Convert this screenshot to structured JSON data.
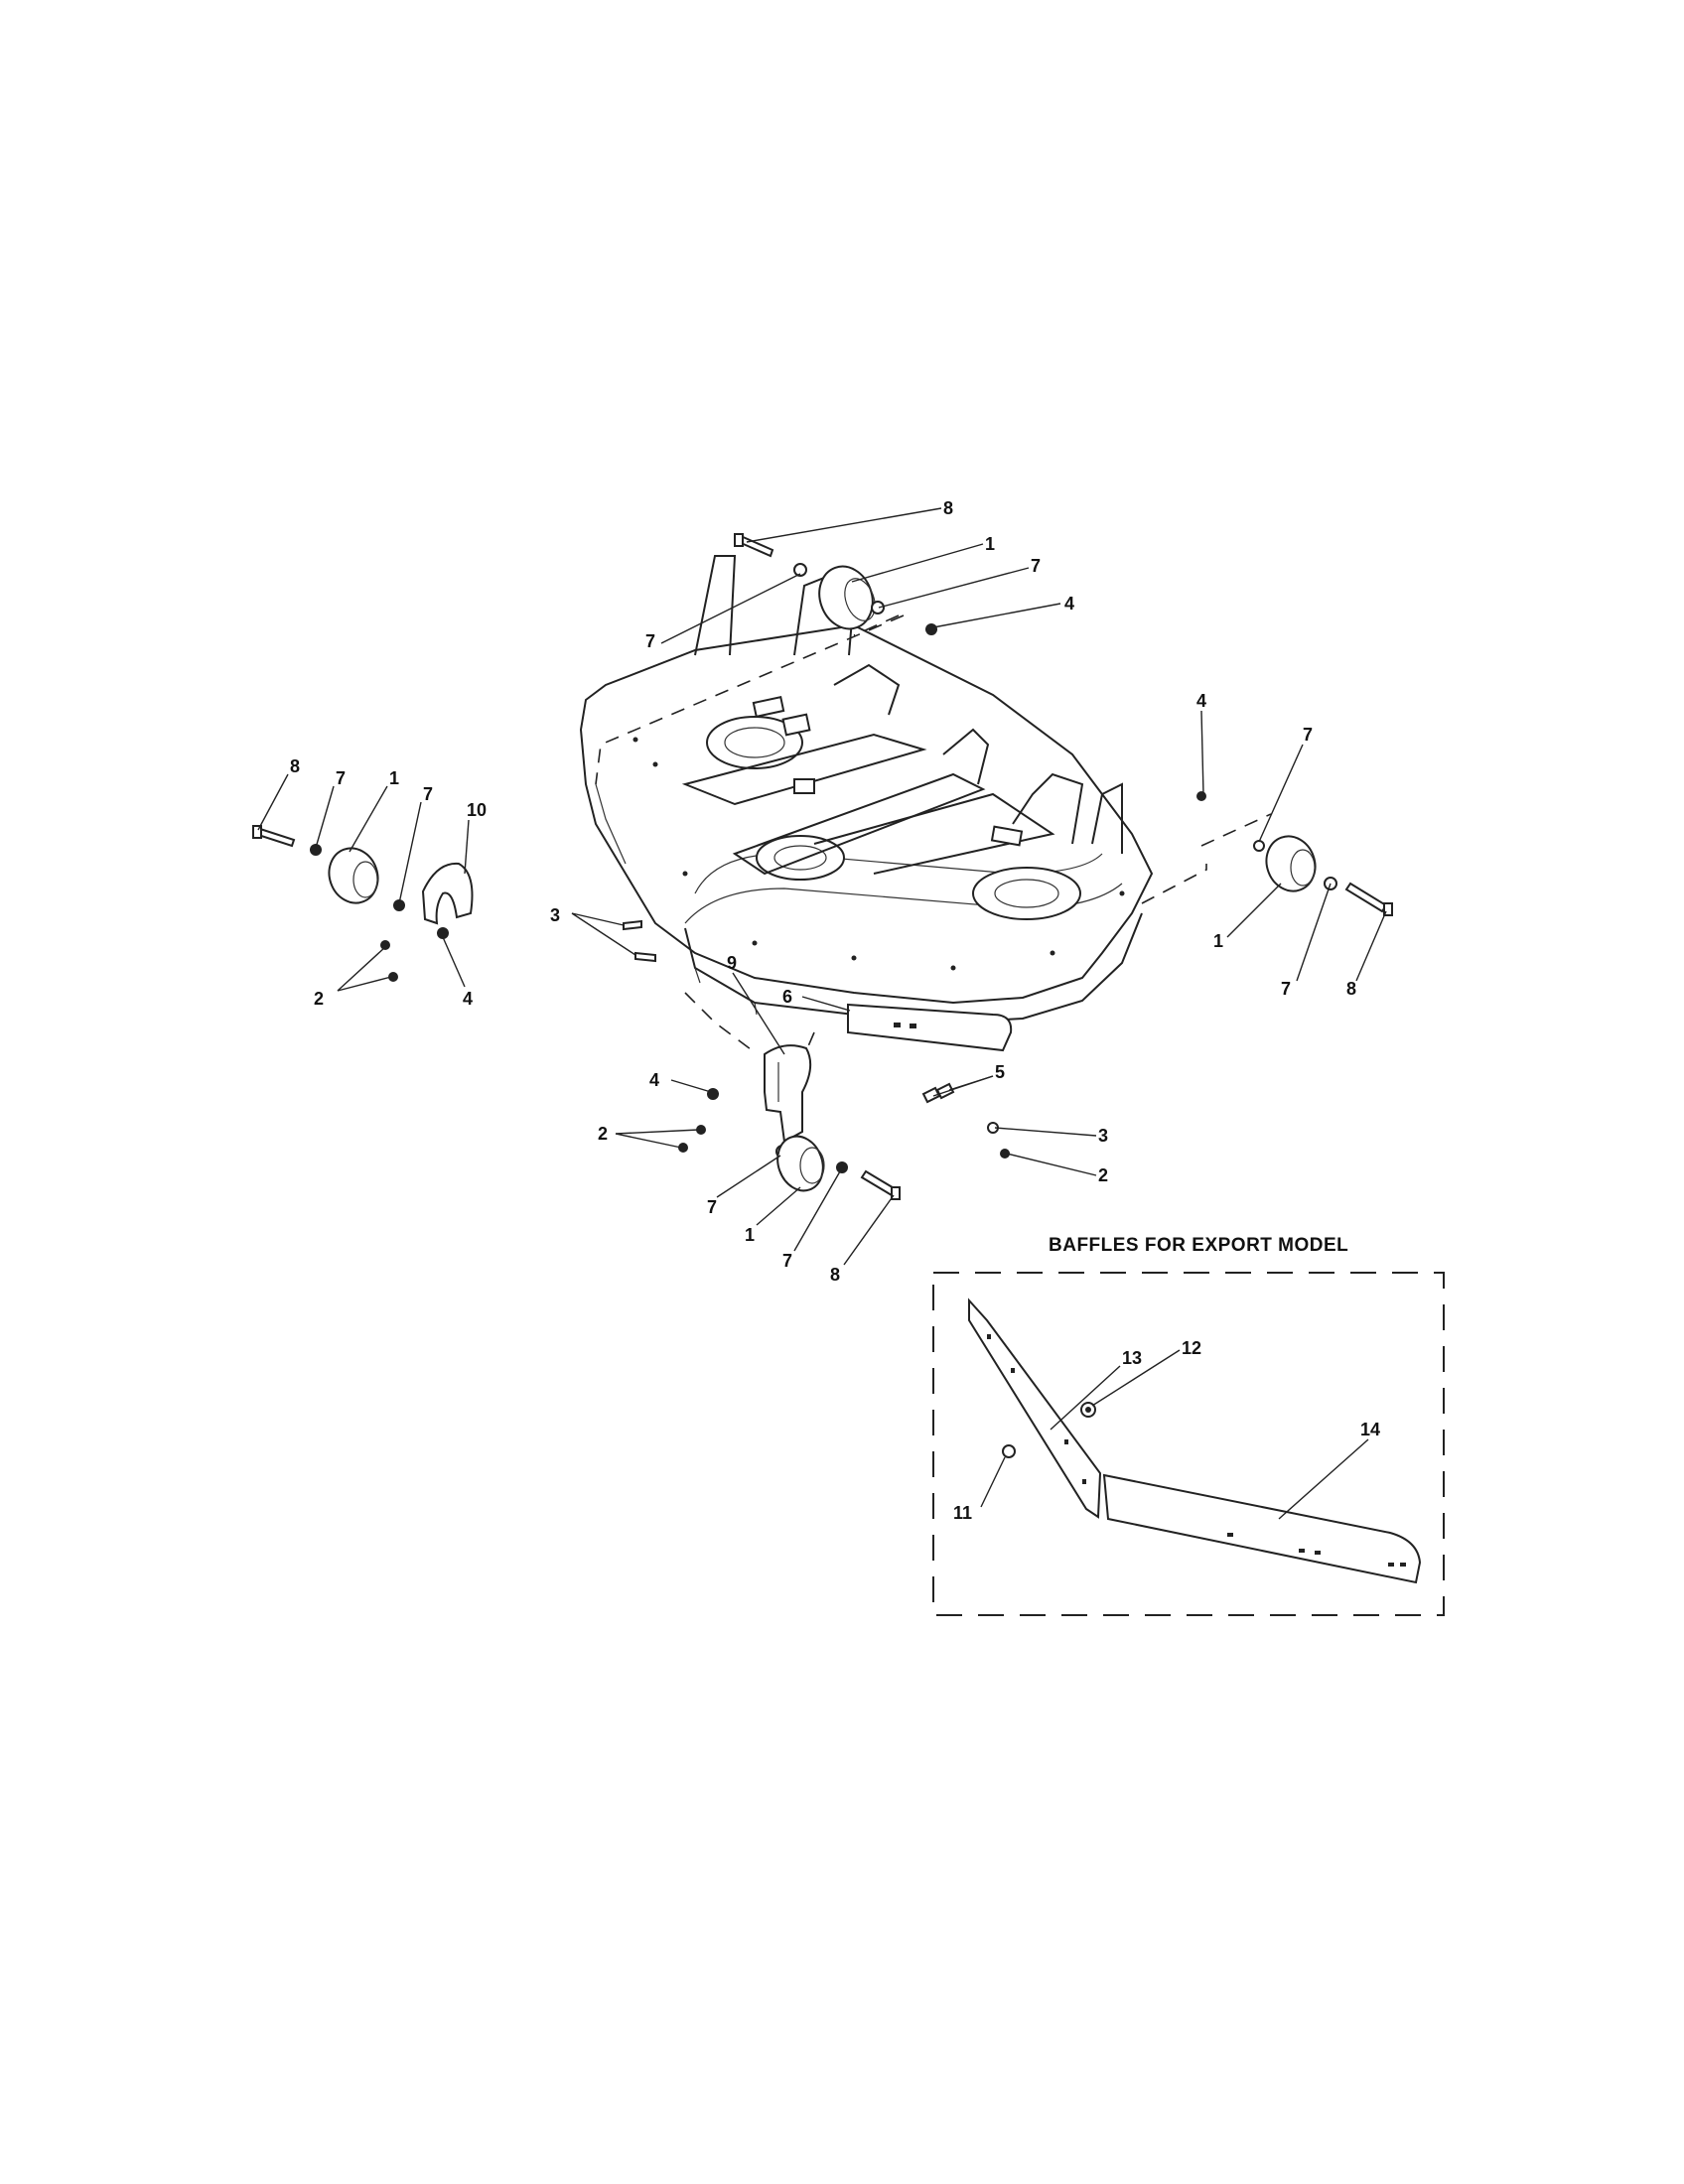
{
  "diagram": {
    "caption": "BAFFLES FOR EXPORT MODEL",
    "callouts": [
      {
        "id": "top-8",
        "text": "8"
      },
      {
        "id": "top-1",
        "text": "1"
      },
      {
        "id": "top-7a",
        "text": "7"
      },
      {
        "id": "top-7b",
        "text": "7"
      },
      {
        "id": "top-4",
        "text": "4"
      },
      {
        "id": "right-4",
        "text": "4"
      },
      {
        "id": "right-7a",
        "text": "7"
      },
      {
        "id": "right-1",
        "text": "1"
      },
      {
        "id": "right-7b",
        "text": "7"
      },
      {
        "id": "right-8",
        "text": "8"
      },
      {
        "id": "left-8",
        "text": "8"
      },
      {
        "id": "left-7a",
        "text": "7"
      },
      {
        "id": "left-1",
        "text": "1"
      },
      {
        "id": "left-7b",
        "text": "7"
      },
      {
        "id": "left-10",
        "text": "10"
      },
      {
        "id": "left-2",
        "text": "2"
      },
      {
        "id": "left-4",
        "text": "4"
      },
      {
        "id": "mid-3",
        "text": "3"
      },
      {
        "id": "mid-9",
        "text": "9"
      },
      {
        "id": "mid-6",
        "text": "6"
      },
      {
        "id": "mid-4",
        "text": "4"
      },
      {
        "id": "mid-5",
        "text": "5"
      },
      {
        "id": "mid-2a",
        "text": "2"
      },
      {
        "id": "mid-3b",
        "text": "3"
      },
      {
        "id": "mid-2b",
        "text": "2"
      },
      {
        "id": "bot-7a",
        "text": "7"
      },
      {
        "id": "bot-1",
        "text": "1"
      },
      {
        "id": "bot-7b",
        "text": "7"
      },
      {
        "id": "bot-8",
        "text": "8"
      },
      {
        "id": "box-13",
        "text": "13"
      },
      {
        "id": "box-12",
        "text": "12"
      },
      {
        "id": "box-14",
        "text": "14"
      },
      {
        "id": "box-11",
        "text": "11"
      }
    ]
  }
}
